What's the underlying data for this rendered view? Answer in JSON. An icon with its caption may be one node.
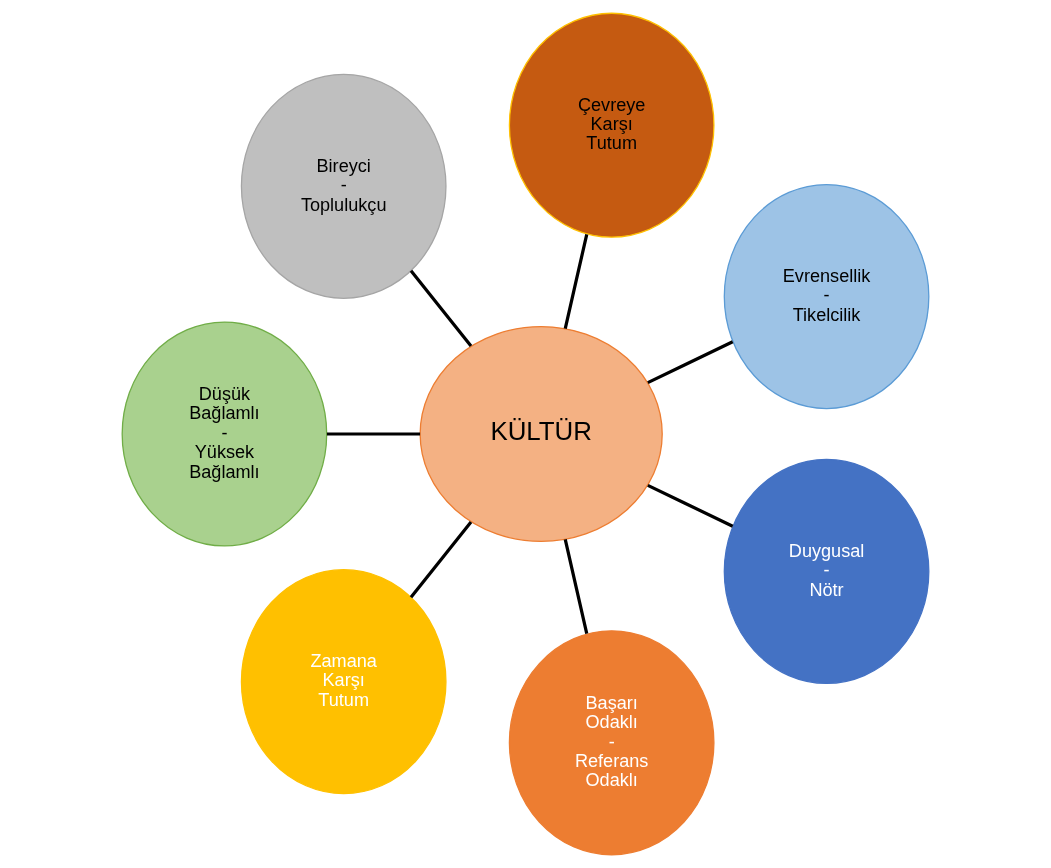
{
  "diagram": {
    "nodes": [
      {
        "text": [
          "KÜLTÜR"
        ]
      },
      {
        "text": [
          "Evrensellik - Tikelcilik"
        ]
      },
      {
        "text": [
          "Çevreye Karşı Tutum"
        ]
      },
      {
        "text": [
          "Bireyci - Toplulukçu"
        ]
      },
      {
        "text": [
          "Düşük Bağlamlı - Yüksek Bağlamlı"
        ]
      },
      {
        "text": [
          "Zamana Karşı Tutum"
        ]
      },
      {
        "text": [
          "Başarı Odaklı - Referans Odaklı"
        ]
      },
      {
        "text": [
          "Duygusal - Nötr"
        ]
      }
    ],
    "edges": [
      {
        "from": 0,
        "to": 1,
        "arrow": "none"
      },
      {
        "from": 0,
        "to": 3,
        "arrow": "none"
      },
      {
        "from": 0,
        "to": 4,
        "arrow": "none"
      },
      {
        "from": 0,
        "to": 7,
        "arrow": "none"
      },
      {
        "from": 0,
        "to": 6,
        "arrow": "none"
      },
      {
        "from": 0,
        "to": 5,
        "arrow": "none"
      },
      {
        "from": 0,
        "to": 2,
        "arrow": "none"
      }
    ]
  }
}
